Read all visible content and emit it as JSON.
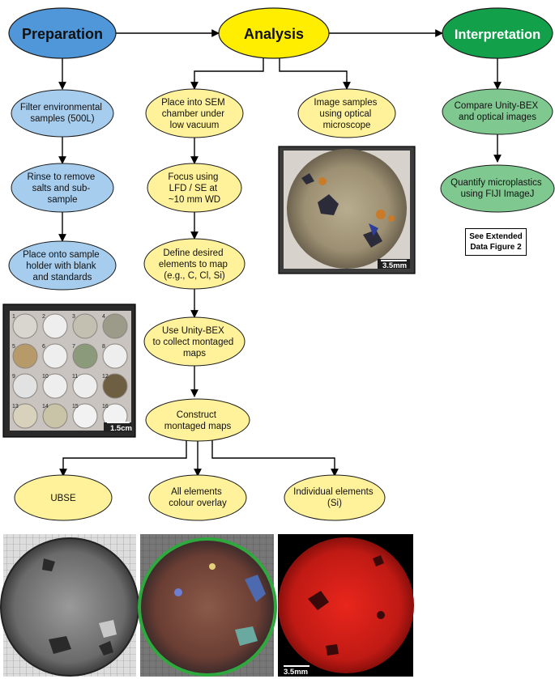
{
  "colors": {
    "preparation": "#4f97d8",
    "analysis": "#ffee00",
    "interpretation": "#12a04a",
    "prep_step": "#a7cdee",
    "analysis_step": "#fff29a",
    "interp_step": "#7fc990",
    "outline": "#1a1a1a"
  },
  "headers": {
    "preparation": "Preparation",
    "analysis": "Analysis",
    "interpretation": "Interpretation"
  },
  "preparation_steps": [
    [
      "Filter environmental",
      "samples (500L)"
    ],
    [
      "Rinse to remove",
      "salts and sub-",
      "sample"
    ],
    [
      "Place onto sample",
      "holder with blank",
      "and standards"
    ]
  ],
  "analysis_steps": [
    [
      "Place into SEM",
      "chamber under",
      "low vacuum"
    ],
    [
      "Focus using",
      "LFD / SE at",
      "~10 mm WD"
    ],
    [
      "Define desired",
      "elements to map",
      "(e.g., C, Cl, Si)"
    ],
    [
      "Use Unity-BEX",
      "to collect montaged",
      "maps"
    ],
    [
      "Construct",
      "montaged maps"
    ]
  ],
  "optical_step": [
    "Image samples",
    "using optical",
    "microscope"
  ],
  "outputs": [
    [
      "UBSE"
    ],
    [
      "All elements",
      "colour overlay"
    ],
    [
      "Individual elements",
      "(Si)"
    ]
  ],
  "interpretation_steps": [
    [
      "Compare Unity-BEX",
      "and optical images"
    ],
    [
      "Quantify microplastics",
      "using FIJI ImageJ"
    ]
  ],
  "note": [
    "See Extended",
    "Data Figure 2"
  ],
  "scale_bars": {
    "holder": "1.5cm",
    "optical": "3.5mm",
    "maps": "3.5mm"
  },
  "sample_holder_numbers": [
    "1",
    "2",
    "3",
    "4",
    "5",
    "6",
    "7",
    "8",
    "9",
    "10",
    "11",
    "12",
    "13",
    "14",
    "15",
    "16"
  ]
}
